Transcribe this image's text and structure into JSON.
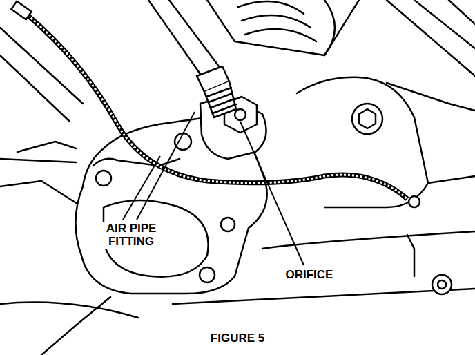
{
  "diagram": {
    "caption": "FIGURE 5",
    "labels": [
      "AIR PIPE FITTING",
      "ORIFICE"
    ]
  }
}
